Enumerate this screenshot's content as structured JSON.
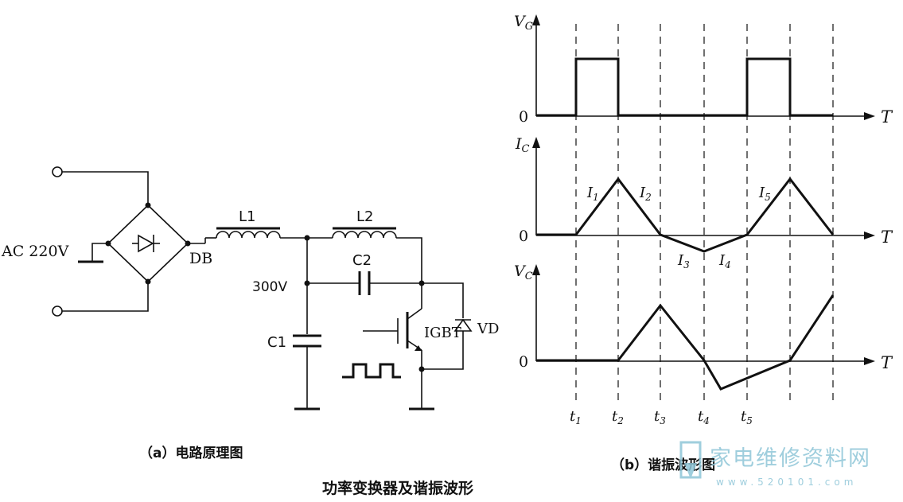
{
  "circuit": {
    "ac_label": "AC 220V",
    "db_label": "DB",
    "l1_label": "L1",
    "l2_label": "L2",
    "c2_label": "C2",
    "v300_label": "300V",
    "c1_label": "C1",
    "igbt_label": "IGBT",
    "vd_label": "VD",
    "caption": "（a）电路原理图"
  },
  "waveforms": {
    "vg_label": "V",
    "vg_sub": "G",
    "ic_label": "I",
    "ic_sub": "C",
    "vc_label": "V",
    "vc_sub": "C",
    "zero": "0",
    "axis_t": "T",
    "i1": "I",
    "i1_sub": "1",
    "i2": "I",
    "i2_sub": "2",
    "i3": "I",
    "i3_sub": "3",
    "i4": "I",
    "i4_sub": "4",
    "i5": "I",
    "i5_sub": "5",
    "t1": "t",
    "t1_sub": "1",
    "t2": "t",
    "t2_sub": "2",
    "t3": "t",
    "t3_sub": "3",
    "t4": "t",
    "t4_sub": "4",
    "t5": "t",
    "t5_sub": "5",
    "caption": "（b）谐振波形图"
  },
  "figure_title": "功率变换器及谐振波形",
  "watermark": {
    "main": "家电维修资料网",
    "url": "www.520101.com"
  }
}
